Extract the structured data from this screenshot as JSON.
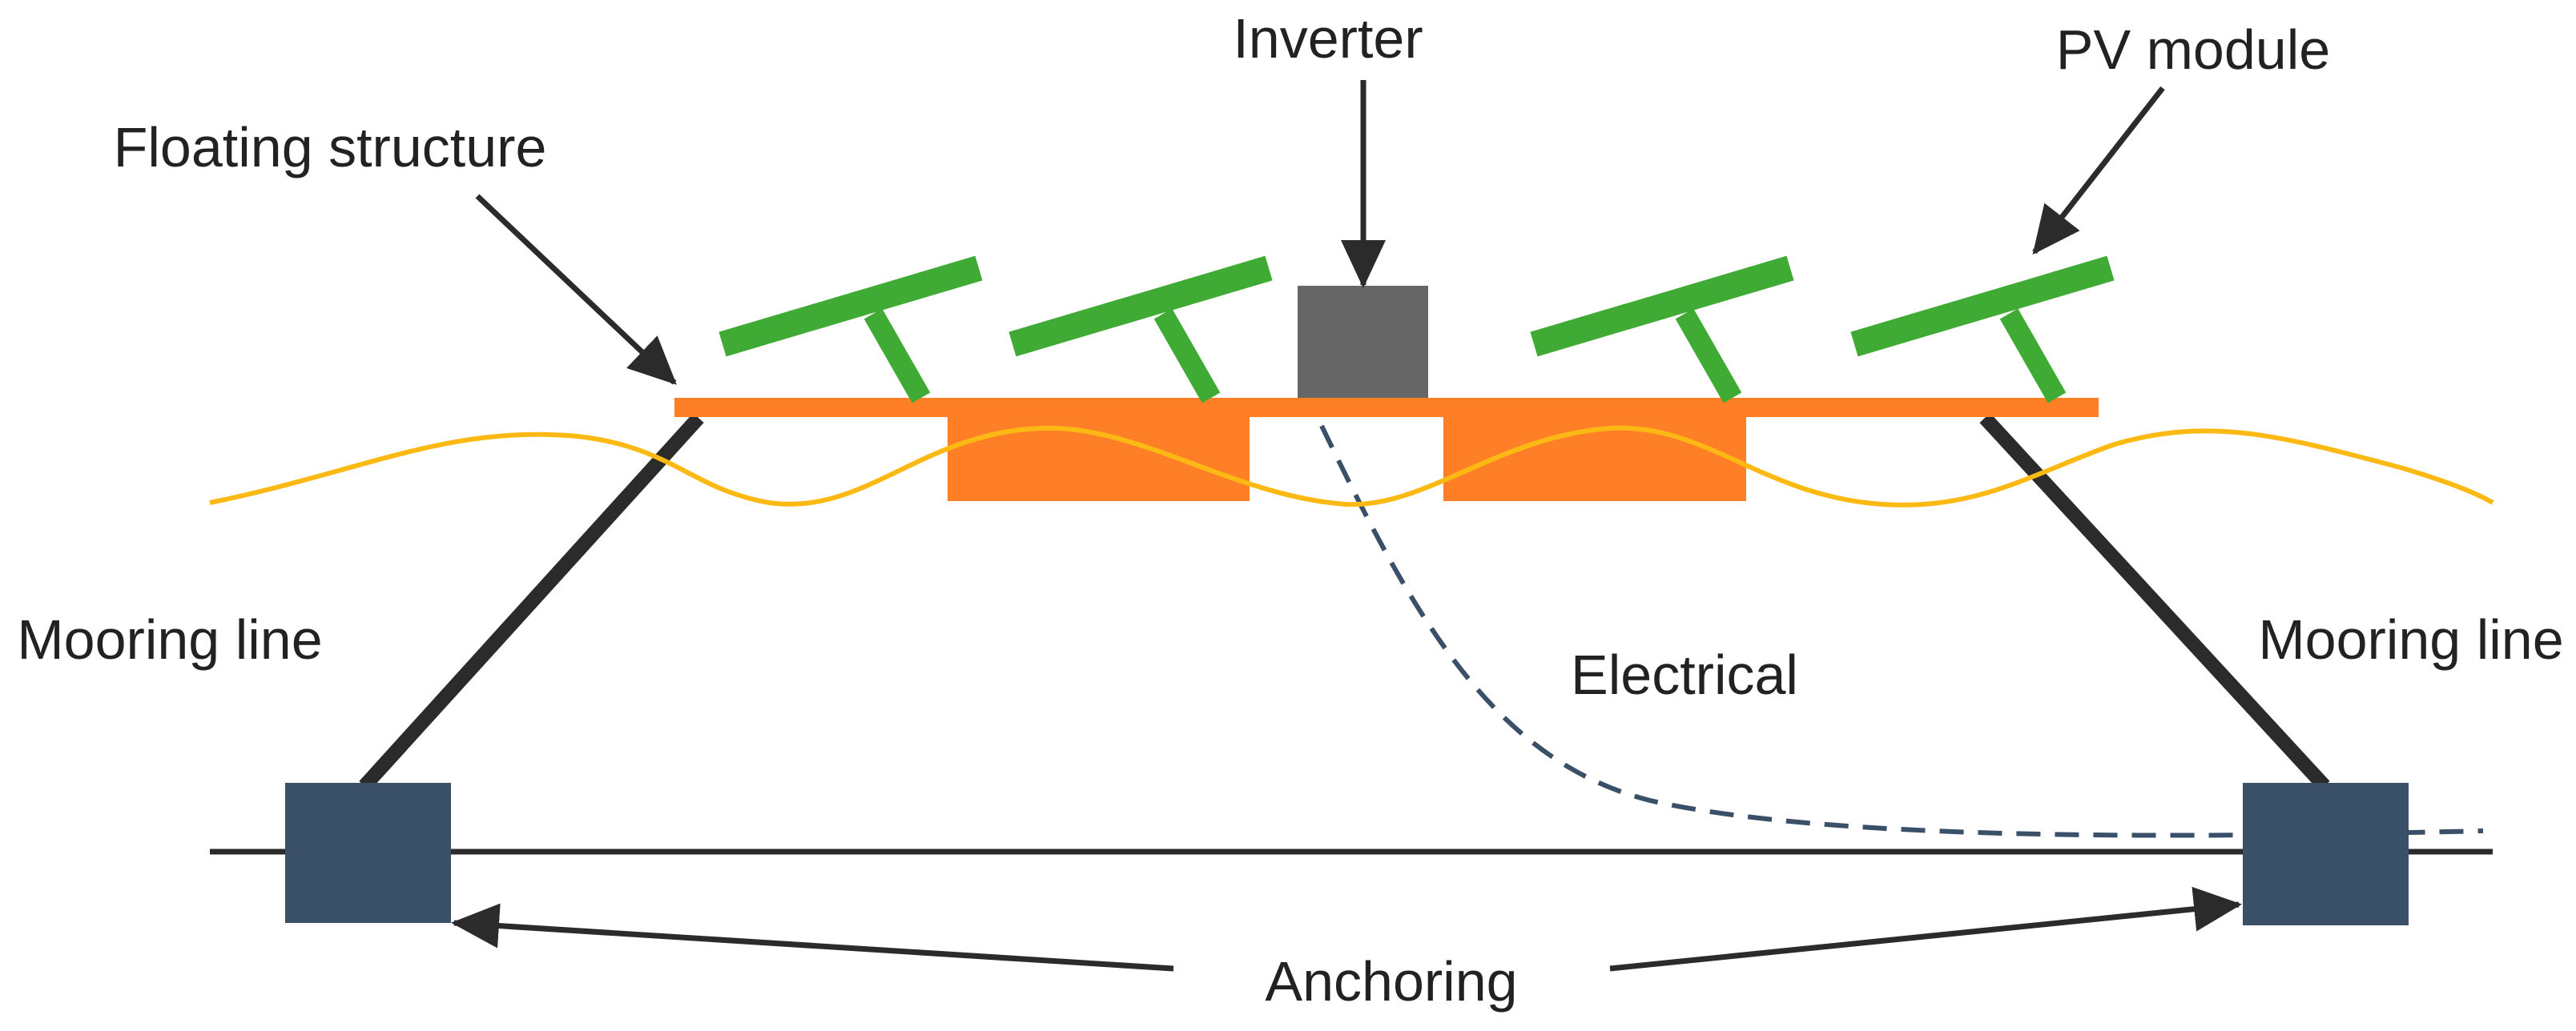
{
  "labels": {
    "inverter": "Inverter",
    "pv_module": "PV module",
    "floating_structure": "Floating structure",
    "mooring_line_left": "Mooring line",
    "mooring_line_right": "Mooring line",
    "electrical": "Electrical",
    "anchoring": "Anchoring"
  },
  "colors": {
    "pv_module": "#3fab35",
    "floating_structure": "#ff7f27",
    "water_surface": "#fdb913",
    "inverter": "#666666",
    "anchor": "#3a5068",
    "mooring_line": "#2b2b2b",
    "electrical_cable": "#3a5068",
    "seabed": "#2b2b2b",
    "arrow": "#2b2b2b"
  },
  "icons": {
    "inverter": "gray-box",
    "anchor": "navy-block",
    "pv_module": "tilted-panel-on-post"
  }
}
